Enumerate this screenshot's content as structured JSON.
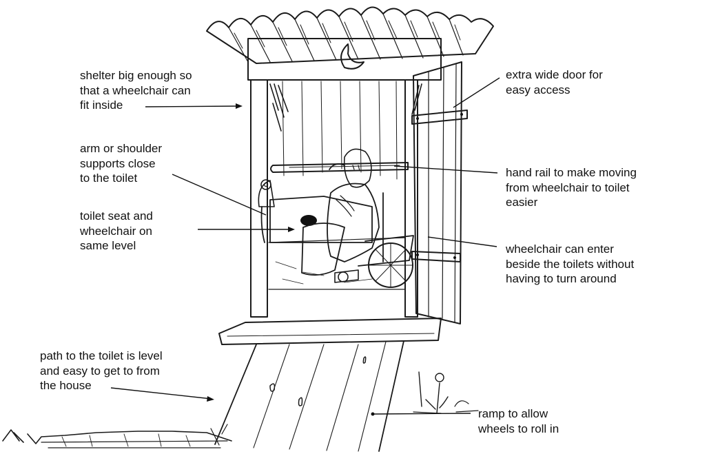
{
  "labels": {
    "shelter": "shelter big enough so\nthat a wheelchair can\nfit inside",
    "arm_supports": "arm or shoulder\nsupports close\nto the toilet",
    "same_level": "toilet seat and\nwheelchair on\nsame level",
    "path": "path to the toilet is level\nand easy to get to from\nthe house",
    "wide_door": "extra wide door for\neasy access",
    "hand_rail": "hand rail to make moving\nfrom wheelchair to toilet\neasier",
    "wheelchair_enter": "wheelchair can enter\nbeside the toilets without\nhaving to turn around",
    "ramp": "ramp to allow\nwheels to roll in"
  }
}
